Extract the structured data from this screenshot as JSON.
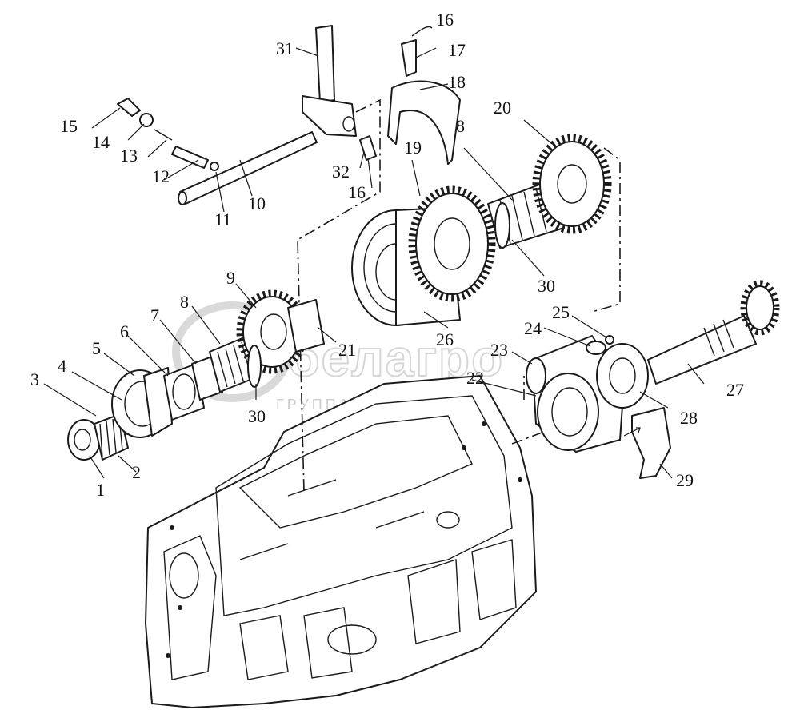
{
  "watermark": {
    "brand": "белагро",
    "subtitle": "ГРУППА КОМПАНИЙ"
  },
  "callouts": [
    {
      "id": "c1",
      "label": "1"
    },
    {
      "id": "c2",
      "label": "2"
    },
    {
      "id": "c3",
      "label": "3"
    },
    {
      "id": "c4",
      "label": "4"
    },
    {
      "id": "c5",
      "label": "5"
    },
    {
      "id": "c6",
      "label": "6"
    },
    {
      "id": "c7",
      "label": "7"
    },
    {
      "id": "c8a",
      "label": "8"
    },
    {
      "id": "c8b",
      "label": "8"
    },
    {
      "id": "c9",
      "label": "9"
    },
    {
      "id": "c10",
      "label": "10"
    },
    {
      "id": "c11",
      "label": "11"
    },
    {
      "id": "c12",
      "label": "12"
    },
    {
      "id": "c13",
      "label": "13"
    },
    {
      "id": "c14",
      "label": "14"
    },
    {
      "id": "c15",
      "label": "15"
    },
    {
      "id": "c16a",
      "label": "16"
    },
    {
      "id": "c16b",
      "label": "16"
    },
    {
      "id": "c17",
      "label": "17"
    },
    {
      "id": "c18",
      "label": "18"
    },
    {
      "id": "c19",
      "label": "19"
    },
    {
      "id": "c20",
      "label": "20"
    },
    {
      "id": "c21",
      "label": "21"
    },
    {
      "id": "c22",
      "label": "22"
    },
    {
      "id": "c23",
      "label": "23"
    },
    {
      "id": "c24",
      "label": "24"
    },
    {
      "id": "c25",
      "label": "25"
    },
    {
      "id": "c26",
      "label": "26"
    },
    {
      "id": "c27",
      "label": "27"
    },
    {
      "id": "c28",
      "label": "28"
    },
    {
      "id": "c29",
      "label": "29"
    },
    {
      "id": "c30a",
      "label": "30"
    },
    {
      "id": "c30b",
      "label": "30"
    },
    {
      "id": "c31",
      "label": "31"
    },
    {
      "id": "c32",
      "label": "32"
    }
  ]
}
